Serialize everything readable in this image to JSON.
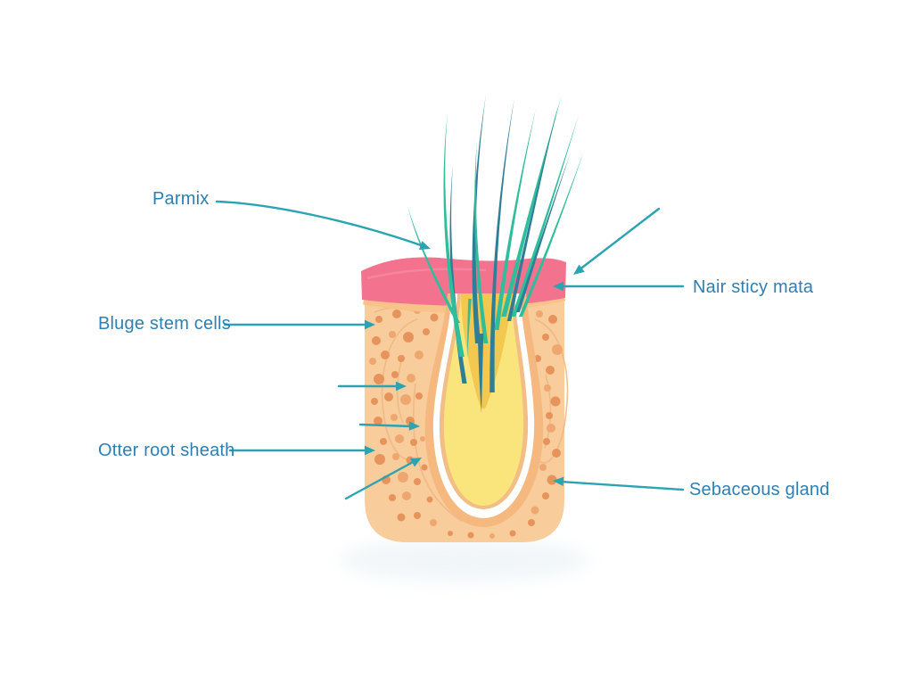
{
  "diagram": {
    "labels": {
      "parmix": {
        "text": "Parmix",
        "side": "left"
      },
      "bluge_stem_cells": {
        "text": "Bluge stem cells",
        "side": "left"
      },
      "otter_root_sheath": {
        "text": "Otter root sheath",
        "side": "left"
      },
      "nair_sticy_mata": {
        "text": "Nair sticy mata",
        "side": "right"
      },
      "sebaceous_gland": {
        "text": "Sebaceous gland",
        "side": "right"
      }
    },
    "colors": {
      "background": "#ffffff",
      "label_text": "#2e7fb3",
      "arrow": "#2ba4b2",
      "epidermis_pink": "#f3738f",
      "epidermis_highlight": "#f78ba3",
      "dermis": "#f8cc9b",
      "dermis_dot": "#e6945c",
      "dermis_dot_light": "#eda76f",
      "dermis_contour": "#eeb683",
      "subcutis_band": "#f8c38a",
      "follicle_outer": "#f5b97f",
      "follicle_inner_ring": "#f3be85",
      "follicle_sheath": "#ffffff",
      "follicle_fill": "#fae57c",
      "follicle_core": "#f3c851",
      "hair_green": "#30bd9b",
      "hair_dark": "#2e7e97",
      "shadow": "#dde9ef"
    }
  }
}
